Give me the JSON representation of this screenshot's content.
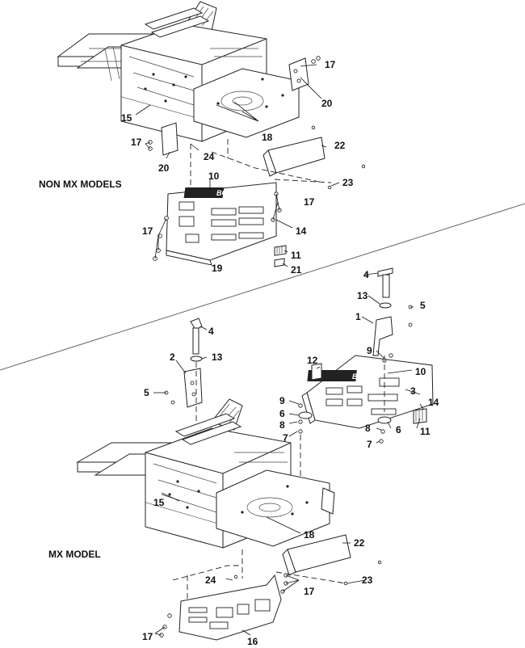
{
  "sections": {
    "non_mx": "NON MX MODELS",
    "mx": "MX MODEL"
  },
  "decal_text": "BOB-CAT",
  "callouts_non_mx": {
    "c17a": "17",
    "c20a": "20",
    "c15": "15",
    "c18": "18",
    "c17b": "17",
    "c24": "24",
    "c20b": "20",
    "c22": "22",
    "c23": "23",
    "c10": "10",
    "c17c": "17",
    "c17d": "17",
    "c14": "14",
    "c11": "11",
    "c19": "19",
    "c21": "21"
  },
  "callouts_mx": {
    "c4a": "4",
    "c13a": "13",
    "c5a": "5",
    "c1": "1",
    "c4b": "4",
    "c13b": "13",
    "c2": "2",
    "c5b": "5",
    "c9a": "9",
    "c12": "12",
    "c10": "10",
    "c3": "3",
    "c9b": "9",
    "c6a": "6",
    "c8a": "8",
    "c7a": "7",
    "c14": "14",
    "c11": "11",
    "c8b": "8",
    "c6b": "6",
    "c7b": "7",
    "c15": "15",
    "c18": "18",
    "c22": "22",
    "c24": "24",
    "c23": "23",
    "c17a": "17",
    "c17b": "17",
    "c16": "16"
  }
}
